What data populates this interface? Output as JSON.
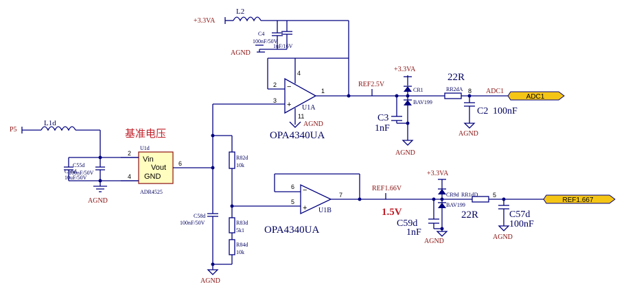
{
  "power": {
    "p33_top": "+3.3VA",
    "p33_diode1": "+3.3VA",
    "p33_diode2": "+3.3VA"
  },
  "grounds": [
    "AGND",
    "AGND",
    "AGND",
    "AGND",
    "AGND",
    "AGND",
    "AGND"
  ],
  "ports": {
    "p5": "P5",
    "adc1": "ADC1",
    "ref1667": "REF1.667"
  },
  "annotations": {
    "chinese_title": "基准电压",
    "voltage_label": "1.5V"
  },
  "nets": {
    "ref25": "REF2.5V",
    "ref166": "REF1.66V",
    "adc1_net": "ADC1"
  },
  "components": {
    "l2": {
      "ref": "L2"
    },
    "c4": {
      "ref": "C4",
      "v1": "100nF/50V",
      "v2": "1uF/16V"
    },
    "u1a": {
      "ref": "U1A",
      "part": "OPA4340UA",
      "pin2": "2",
      "pin3": "3",
      "pin1": "1",
      "pin4": "4",
      "pin11": "11"
    },
    "u1b": {
      "ref": "U1B",
      "part": "OPA4340UA",
      "pin6": "6",
      "pin5": "5",
      "pin7": "7"
    },
    "l1d": {
      "ref": "L1d"
    },
    "c55d": {
      "ref": "C55d",
      "value": "100nF/50V"
    },
    "c56d": {
      "ref": "C56d",
      "value": "10uF/50V"
    },
    "u1d": {
      "ref": "U1d",
      "part": "ADR4525",
      "vin": "Vin",
      "vout": "Vout",
      "gnd": "GND",
      "pin2": "2",
      "pin4": "4",
      "pin6": "6"
    },
    "r82d": {
      "ref": "R82d",
      "value": "10k"
    },
    "r83d": {
      "ref": "R83d",
      "value": "5k1"
    },
    "r84d": {
      "ref": "R84d",
      "value": "10k"
    },
    "c58d": {
      "ref": "C58d",
      "value": "100nF/50V"
    },
    "c3": {
      "ref": "C3",
      "value": "1nF"
    },
    "cr1": {
      "ref": "CR1",
      "part": "BAV199"
    },
    "rr2da": {
      "ref": "RR2dA",
      "value": "22R",
      "pin": "8"
    },
    "c2": {
      "ref": "C2",
      "value": "100nF"
    },
    "c59d": {
      "ref": "C59d",
      "value": "1nF"
    },
    "cr9d": {
      "ref": "CR9d",
      "part": "BAV199"
    },
    "rr1dd": {
      "ref": "RR1dD",
      "value": "22R",
      "pin": "5"
    },
    "c57d": {
      "ref": "C57d",
      "value": "100nF"
    }
  },
  "colors": {
    "wire": "#000080",
    "net_label": "#8b1010",
    "annotation": "#c0202a",
    "port_fill": "#f5c516"
  }
}
